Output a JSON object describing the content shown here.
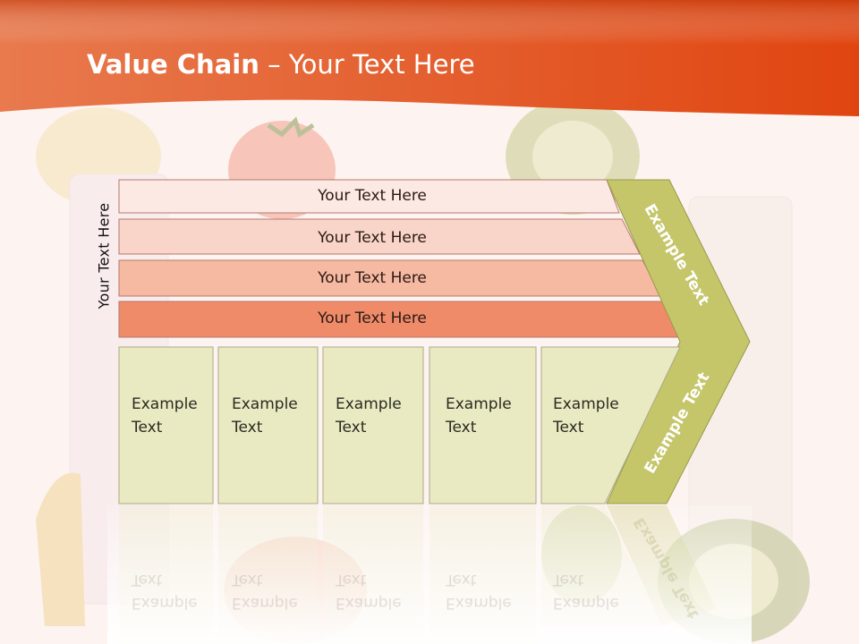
{
  "title": {
    "bold": "Value Chain",
    "rest": " – Your Text Here"
  },
  "side_label": "Your Text Here",
  "bars": [
    {
      "label": "Your Text Here",
      "color": "#fce9e4"
    },
    {
      "label": "Your Text Here",
      "color": "#f9d4c8"
    },
    {
      "label": "Your Text Here",
      "color": "#f6b9a2"
    },
    {
      "label": "Your Text Here",
      "color": "#f08b6a"
    }
  ],
  "boxes": [
    {
      "line1": "Example",
      "line2": "Text"
    },
    {
      "line1": "Example",
      "line2": "Text"
    },
    {
      "line1": "Example",
      "line2": "Text"
    },
    {
      "line1": "Example",
      "line2": "Text"
    },
    {
      "line1": "Example",
      "line2": "Text"
    }
  ],
  "chevron": {
    "upper_label": "Example Text",
    "lower_label": "Example Text",
    "color": "#c5c56a"
  },
  "colors": {
    "header": "#e2531f",
    "box_fill": "#eaeac2",
    "box_border": "#a9a98a"
  }
}
